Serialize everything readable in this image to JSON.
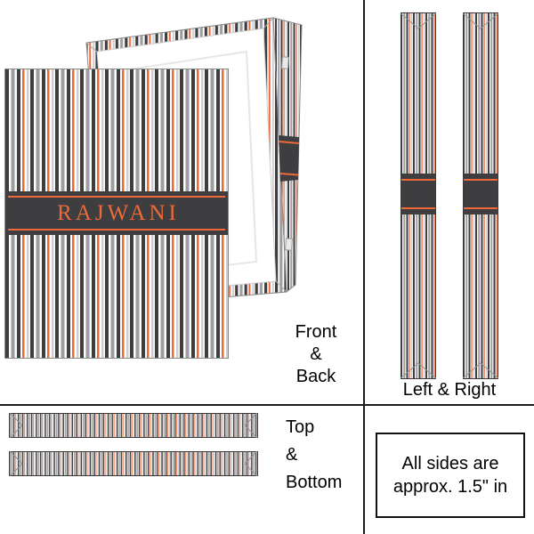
{
  "preview": {
    "personalization_name": "RAJWANI"
  },
  "sections": {
    "front_back": {
      "label_lines": [
        "Front",
        "&",
        "Back"
      ]
    },
    "left_right": {
      "label": "Left & Right"
    },
    "top_bottom": {
      "label_lines": [
        "Top",
        "&",
        "Bottom"
      ]
    },
    "note": {
      "lines": [
        "All sides are",
        "approx. 1.5\" in"
      ]
    }
  },
  "colors": {
    "accent_orange": "#EE6A38",
    "stripe_dark": "#3E3E40",
    "stripe_gray": "#9E9EA0",
    "stripe_light": "#CFCFD1",
    "banner_background": "#3E3E40",
    "divider": "#1C1C1C"
  }
}
